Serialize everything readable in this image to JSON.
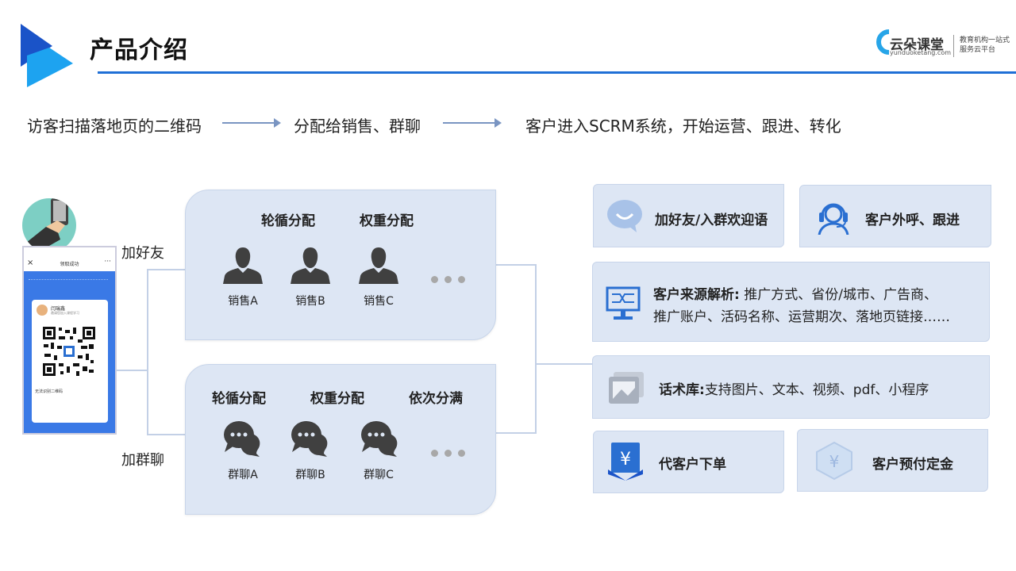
{
  "header": {
    "title": "产品介绍",
    "brand_name": "云朵课堂",
    "brand_url": "yunduoketang.com",
    "brand_slogan": "教育机构一站式服务云平台"
  },
  "flow": {
    "step1": "访客扫描落地页的二维码",
    "step2": "分配给销售、群聊",
    "step3": "客户进入SCRM系统，开始运营、跟进、转化"
  },
  "phone": {
    "top_title": "领取成功",
    "card_name": "闫瑞鑫",
    "card_sub": "邀请您加入课程学习",
    "scan_hint": "无法识别二维码"
  },
  "labels": {
    "add_friend": "加好友",
    "add_group": "加群聊"
  },
  "sales_panel": {
    "heads": [
      "轮循分配",
      "权重分配"
    ],
    "people": [
      "销售A",
      "销售B",
      "销售C"
    ]
  },
  "group_panel": {
    "heads": [
      "轮循分配",
      "权重分配",
      "依次分满"
    ],
    "groups": [
      "群聊A",
      "群聊B",
      "群聊C"
    ]
  },
  "features": {
    "welcome": "加好友/入群欢迎语",
    "call": "客户外呼、跟进",
    "source_title": "客户来源解析:",
    "source_line1": "推广方式、省份/城市、广告商、",
    "source_line2": "推广账户、活码名称、运营期次、落地页链接……",
    "library_title": "话术库:",
    "library_text": "支持图片、文本、视频、pdf、小程序",
    "order": "代客户下单",
    "deposit": "客户预付定金"
  },
  "colors": {
    "accent": "#1f6fd6",
    "panel_bg": "#dde6f4",
    "icon_blue": "#2a6fd1"
  }
}
